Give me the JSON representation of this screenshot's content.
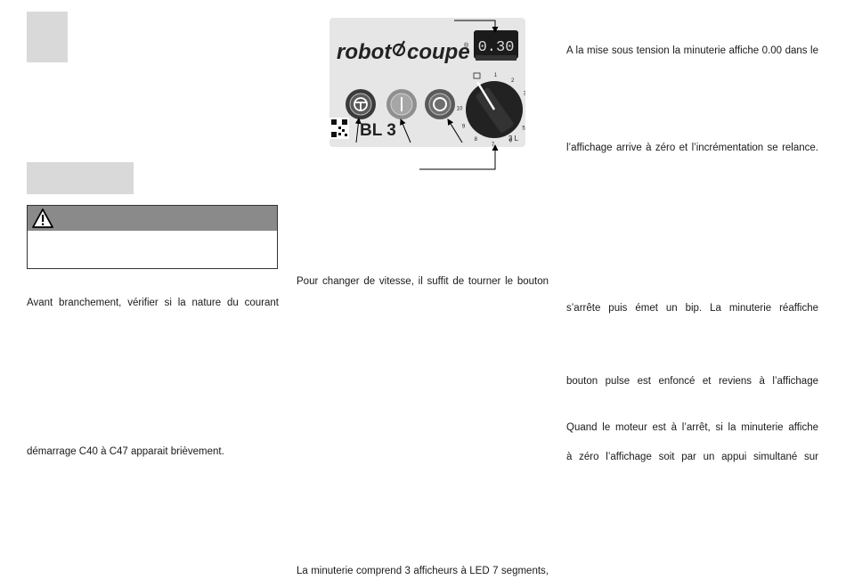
{
  "brand": {
    "logo_word1": "robot",
    "logo_word2": "coupe",
    "registered": "®",
    "model": "BL 3",
    "capacity": "3 L",
    "timer_display": "0.30"
  },
  "dial": {
    "labels": [
      "1",
      "2",
      "3",
      "4",
      "5",
      "6",
      "7",
      "8",
      "9",
      "10"
    ]
  },
  "buttons": [
    {
      "icon": "pulse-icon"
    },
    {
      "icon": "on-icon"
    },
    {
      "icon": "off-icon"
    }
  ],
  "colors": {
    "panel": "#e6e6e6",
    "dark_button": "#4a4a4a",
    "gray_button": "#9a9a9a",
    "dial": "#2a2a2a"
  },
  "left_column": {
    "p1": "Avant branchement, vérifier si la nature du courant",
    "p2": "démarrage C40 à C47 apparait brièvement."
  },
  "middle_column": {
    "p1": "Pour changer de vitesse, il suffit de tourner le bouton",
    "p2": "La minuterie comprend 3 afficheurs à LED 7 segments,"
  },
  "right_column": {
    "p1": "A la mise sous tension la minuterie affiche 0.00 dans le",
    "p2": "l’affichage arrive à zéro et l’incrémentation se relance.",
    "p3": "s’arrête puis émet un bip. La minuterie réaffiche",
    "p4": "bouton pulse est enfoncé et reviens à l’affichage",
    "p5": "Quand le moteur est à l’arrêt, si la minuterie affiche",
    "p6": "à zéro l’affichage soit par un appui simultané sur"
  }
}
